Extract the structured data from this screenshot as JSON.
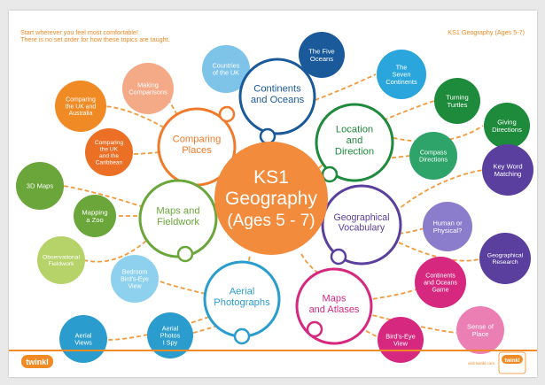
{
  "header": {
    "intro_line1": "Start wherever you feel most comfortable!",
    "intro_line2": "There is no set order for how these topics are taught.",
    "title_tag": "KS1 Geography (Ages 5-7)"
  },
  "center": {
    "lines": [
      "KS1",
      "Geography",
      "(Ages 5 - 7)"
    ],
    "color": "#f38b3c"
  },
  "topics": {
    "continents": {
      "lines": [
        "Continents",
        "and Oceans"
      ],
      "color": "#1a5a9a"
    },
    "location": {
      "lines": [
        "Location",
        "and",
        "Direction"
      ],
      "color": "#1e8a3c"
    },
    "comparing": {
      "lines": [
        "Comparing",
        "Places"
      ],
      "color": "#f07a2a"
    },
    "maps_fieldwork": {
      "lines": [
        "Maps and",
        "Fieldwork"
      ],
      "color": "#6aa63a"
    },
    "geo_vocab": {
      "lines": [
        "Geographical",
        "Vocabulary"
      ],
      "color": "#5a3f9e"
    },
    "aerial": {
      "lines": [
        "Aerial",
        "Photographs"
      ],
      "color": "#2a9ccd"
    },
    "maps_atlases": {
      "lines": [
        "Maps",
        "and Atlases"
      ],
      "color": "#d6287f"
    }
  },
  "subtopics": {
    "countries_uk": [
      "Countries",
      "of the UK"
    ],
    "five_oceans": [
      "The Five",
      "Oceans"
    ],
    "seven_continents": [
      "The",
      "Seven",
      "Continents"
    ],
    "turning_turtles": [
      "Turning",
      "Turtles"
    ],
    "giving_directions": [
      "Giving",
      "Directions"
    ],
    "compass_directions": [
      "Compass",
      "Directions"
    ],
    "making_comparisons": [
      "Making",
      "Comparisons"
    ],
    "uk_australia": [
      "Comparing",
      "the UK and",
      "Australia"
    ],
    "uk_caribbean": [
      "Comparing",
      "the UK",
      "and the",
      "Caribbean"
    ],
    "maps_3d": [
      "3D Maps"
    ],
    "mapping_zoo": [
      "Mapping",
      "a Zoo"
    ],
    "observational": [
      "Observational",
      "Fieldwork"
    ],
    "key_word": [
      "Key Word",
      "Matching"
    ],
    "human_physical": [
      "Human or",
      "Physical?"
    ],
    "geo_research": [
      "Geographical",
      "Research"
    ],
    "bedroom_view": [
      "Bedroom",
      "Bird's-Eye",
      "View"
    ],
    "aerial_views": [
      "Aerial",
      "Views"
    ],
    "aerial_spy": [
      "Aerial",
      "Photos",
      "I Spy"
    ],
    "continents_game": [
      "Continents",
      "and Oceans",
      "Game"
    ],
    "birds_eye": [
      "Bird's-Eye",
      "View"
    ],
    "sense_place": [
      "Sense of",
      "Place"
    ]
  },
  "footer": {
    "logo": "twinkl",
    "url": "visit twinkl.com",
    "badge": "twinkl"
  },
  "colors": {
    "accent": "#f08a24",
    "connector": "#f29a3c"
  }
}
